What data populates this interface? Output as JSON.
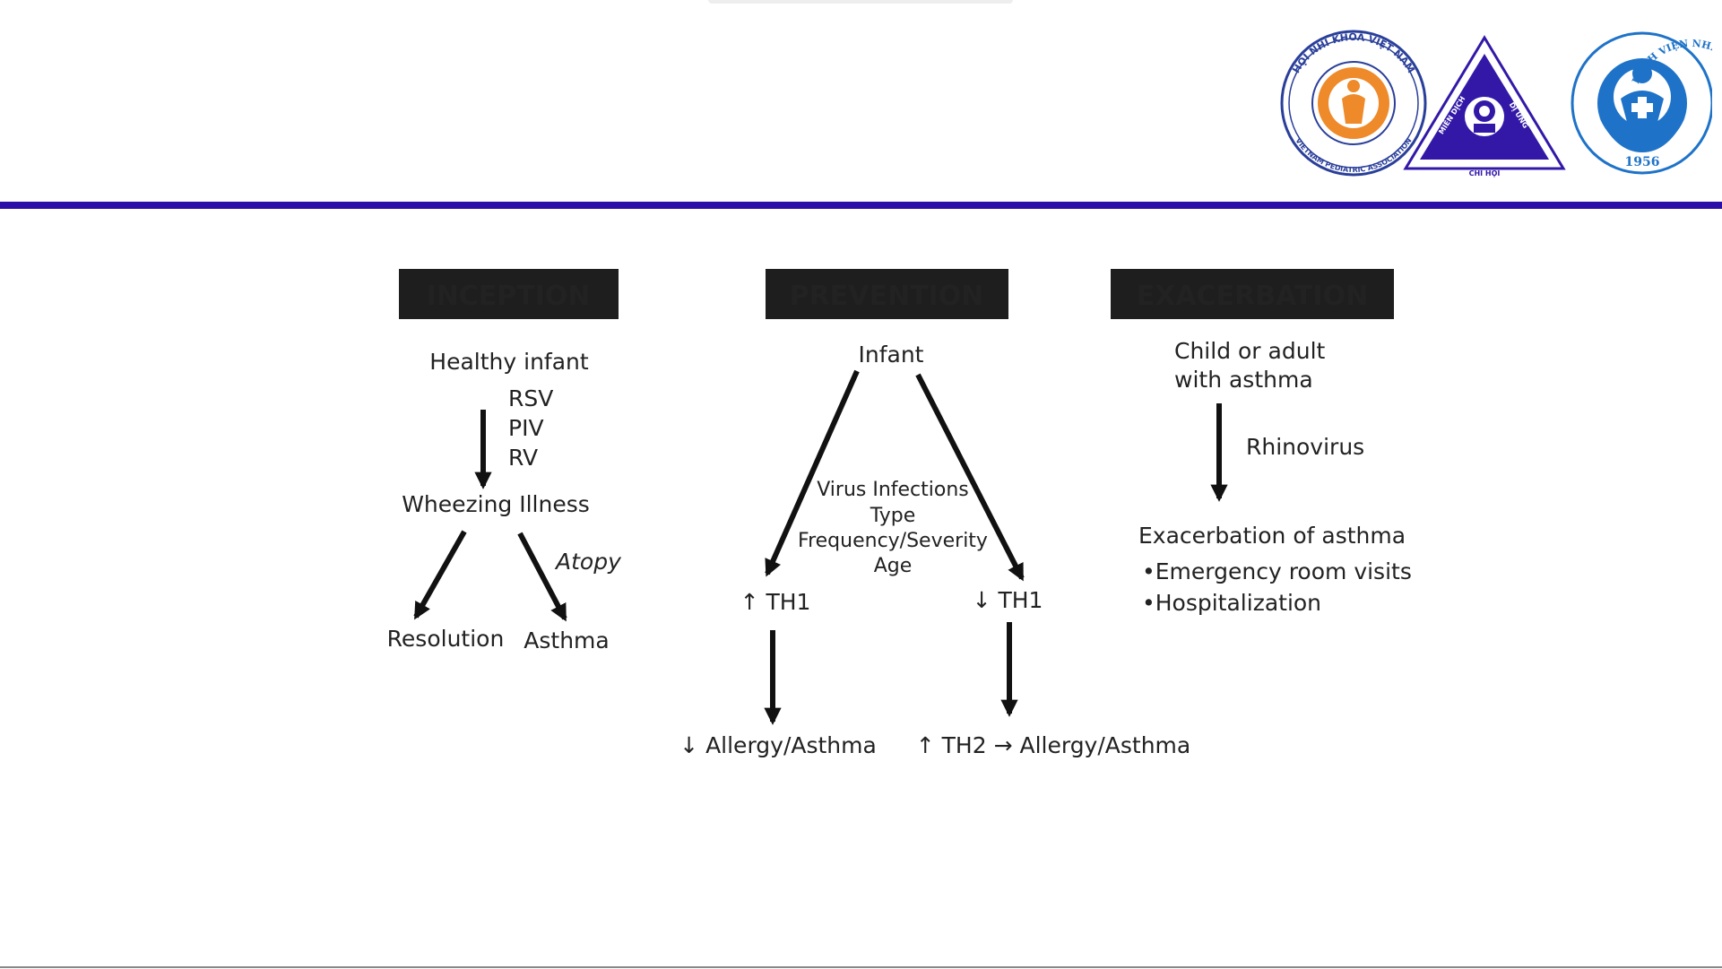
{
  "colors": {
    "rule": "#2b0fa6",
    "header_bg": "#1e1e1e",
    "inception": "#ffe51f",
    "prevention": "#f2a71e",
    "exacerbation": "#d81e2c",
    "arrow": "#111111",
    "logo_orange": "#ee8a2a",
    "logo_blue": "#1e73c8",
    "logo_purple": "#3318a8"
  },
  "logos": {
    "vpa": {
      "ring_top": "HỘI NHI KHOA VIỆT NAM",
      "ring_bottom": "VIETNAM PEDIATRIC ASSOCIATION"
    },
    "triangle": {
      "left": "MIỄN DỊCH",
      "right": "DỊ ỨNG",
      "bottom": "CHI HỘI"
    },
    "hospital": {
      "ring_top": "BỆNH VIỆN NHI ĐỒNG I",
      "year": "1956"
    }
  },
  "inception": {
    "header": "INCEPTION",
    "healthy_infant": "Healthy infant",
    "viruses": [
      "RSV",
      "PIV",
      "RV"
    ],
    "wheezing": "Wheezing Illness",
    "atopy": "Atopy",
    "resolution": "Resolution",
    "asthma": "Asthma"
  },
  "prevention": {
    "header": "PREVENTION",
    "infant": "Infant",
    "factors": [
      "Virus Infections",
      "Type",
      "Frequency/Severity",
      "Age"
    ],
    "th1_up": "↑ TH1",
    "th1_down": "↓ TH1",
    "allergy_down": "↓ Allergy/Asthma",
    "th2_allergy": "↑ TH2 → Allergy/Asthma"
  },
  "exacerbation": {
    "header": "EXACERBATION",
    "subject_line1": "Child or adult",
    "subject_line2": "with asthma",
    "trigger": "Rhinovirus",
    "outcome": "Exacerbation of asthma",
    "bullets": [
      "•Emergency room visits",
      "•Hospitalization"
    ]
  }
}
